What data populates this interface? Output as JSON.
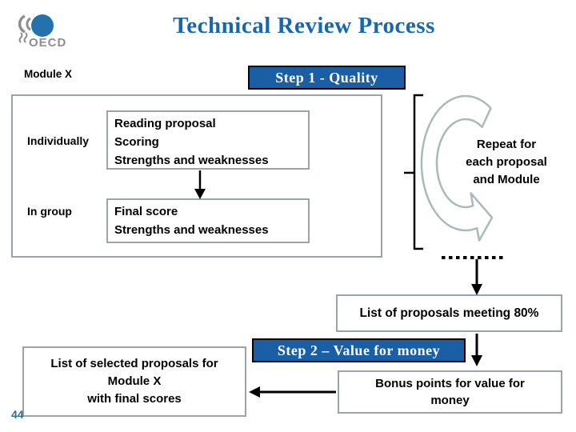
{
  "title": "Technical Review Process",
  "logo": {
    "text": "OECD"
  },
  "page_number": "44",
  "module_label": "Module X",
  "steps": {
    "step1_label": "Step 1 - Quality",
    "step2_label": "Step 2 – Value for money"
  },
  "process_box": {
    "rows": [
      {
        "label": "Individually",
        "lines": [
          "Reading proposal",
          "Scoring",
          "Strengths and weaknesses"
        ]
      },
      {
        "label": "In group",
        "lines": [
          "Final score",
          "Strengths and weaknesses"
        ]
      }
    ]
  },
  "repeat_note": {
    "lines": [
      "Repeat for",
      "each proposal",
      "and Module"
    ]
  },
  "outputs": {
    "list80": "List of proposals meeting 80%",
    "selected": {
      "lines": [
        "List of selected proposals for",
        "Module X",
        "with final scores"
      ]
    },
    "bonus": {
      "lines": [
        "Bonus points for value for",
        "money"
      ]
    }
  },
  "colors": {
    "step_box_fill": "#1A5FA5",
    "title_blue": "#1767AE",
    "border_gray": "#9AA5A5",
    "arrow_gray": "#A9BABA",
    "logo_blue": "#2372AE",
    "logo_gray": "#8A8F93",
    "page_number_teal": "#2E6F90"
  }
}
